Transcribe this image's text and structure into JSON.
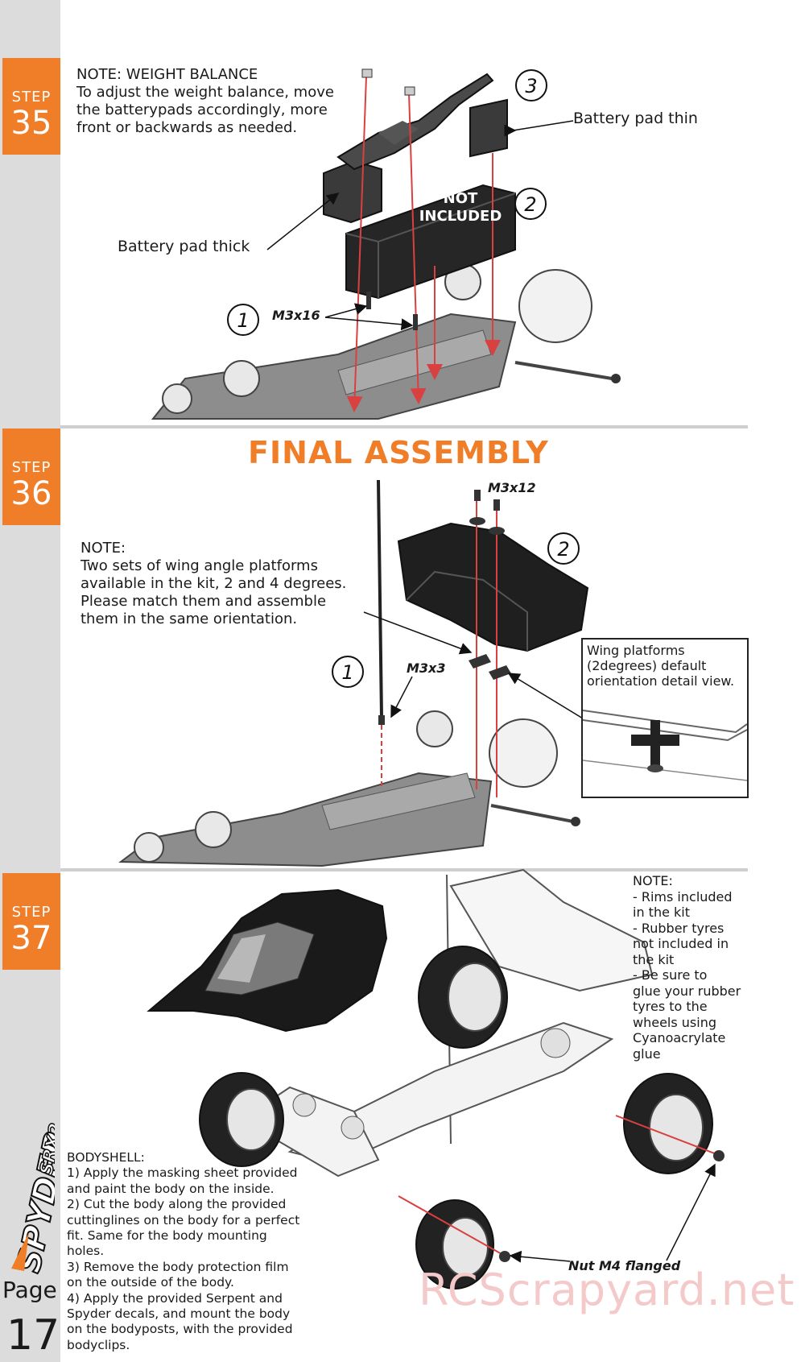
{
  "sidebar": {
    "steps": [
      {
        "label": "STEP",
        "number": "35"
      },
      {
        "label": "STEP",
        "number": "36"
      },
      {
        "label": "STEP",
        "number": "37"
      }
    ],
    "page_label": "Page",
    "page_number": "17",
    "logo_text": "SPYDER SRX2"
  },
  "step35": {
    "note": "NOTE: WEIGHT BALANCE\nTo adjust the weight balance, move\nthe batterypads accordingly, more\nfront or backwards as needed.",
    "battery_pad_thin": "Battery pad thin",
    "battery_pad_thick": "Battery pad thick",
    "not_included": "NOT\nINCLUDED",
    "screw": "M3x16",
    "callouts": [
      "1",
      "2",
      "3"
    ]
  },
  "step36": {
    "title": "FINAL ASSEMBLY",
    "note": "NOTE:\nTwo sets of wing angle platforms\navailable in the kit, 2 and 4 degrees.\nPlease match them and assemble\nthem in the same orientation.",
    "screw_top": "M3x12",
    "screw_side": "M3x3",
    "detail_caption": "Wing platforms\n(2degrees) default\norientation detail view.",
    "callouts": [
      "1",
      "2"
    ]
  },
  "step37": {
    "note": "NOTE:\n- Rims included\nin the kit\n- Rubber tyres\nnot included in\nthe kit\n- Be sure to\nglue your rubber\ntyres to the\nwheels using\nCyanoacrylate\nglue",
    "bodyshell": "BODYSHELL:\n1) Apply the masking sheet provided\nand paint the body on the inside.\n2) Cut the body along the provided\ncuttinglines on the body for a perfect\nfit. Same for the body mounting\nholes.\n3) Remove the body protection film\non the outside of the body.\n4) Apply the provided Serpent and\nSpyder decals, and mount the body\non the bodyposts, with the provided\nbodyclips.",
    "nut": "Nut M4 flanged"
  },
  "watermark": "RCScrapyard.net",
  "colors": {
    "accent": "#f07d28",
    "sidebar": "#dcdcdc",
    "guide_line": "#d94040"
  }
}
